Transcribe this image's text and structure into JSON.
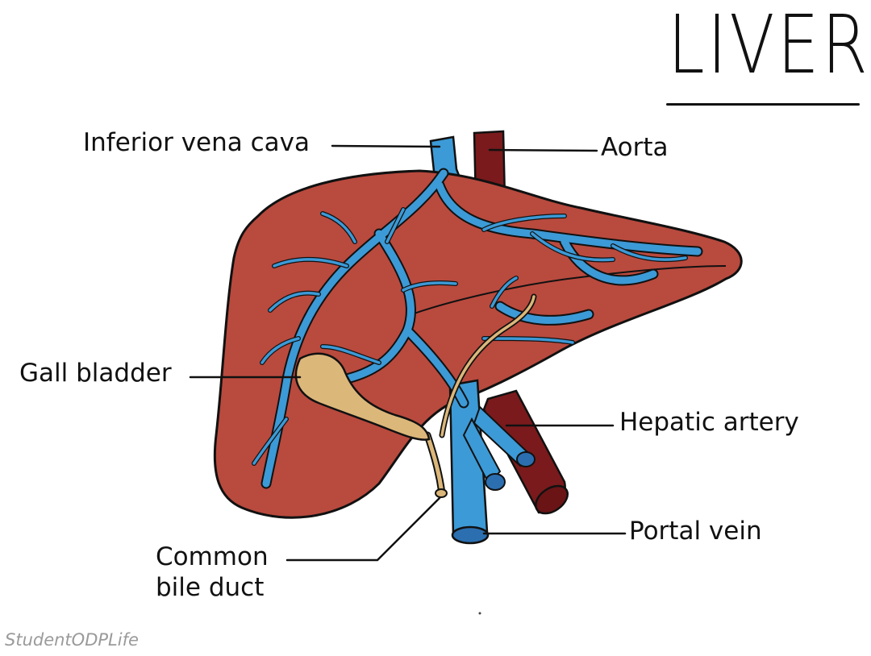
{
  "title": "LIVER",
  "labels": {
    "inferior_vena_cava": "Inferior vena cava",
    "aorta": "Aorta",
    "gall_bladder": "Gall bladder",
    "hepatic_artery": "Hepatic artery",
    "portal_vein": "Portal vein",
    "common_bile_duct_line1": "Common",
    "common_bile_duct_line2": "bile duct"
  },
  "watermark": "StudentODPLife",
  "colors": {
    "liver": "#b94a3e",
    "vein": "#3c9ad6",
    "artery": "#7a1a1c",
    "gall_bladder": "#dcb77a",
    "outline": "#111111"
  }
}
